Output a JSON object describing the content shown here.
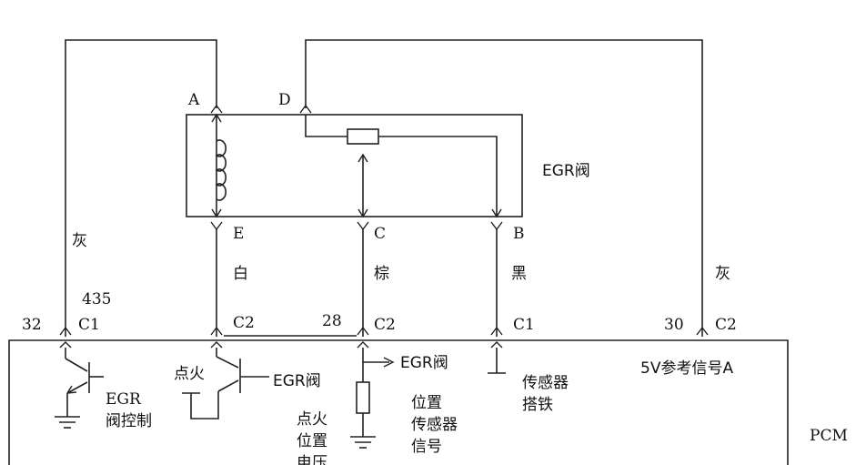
{
  "diagram": {
    "pins": {
      "A": "A",
      "D": "D",
      "E": "E",
      "C": "C",
      "B": "B",
      "pin32": "32",
      "c1_left": "C1",
      "pin435": "435",
      "c2_e": "C2",
      "pin28": "28",
      "c2_c": "C2",
      "c1_b": "C1",
      "pin30": "30",
      "c2_right": "C2"
    },
    "wire_colors": {
      "gray_left": "灰",
      "white": "白",
      "brown": "棕",
      "black": "黑",
      "gray_right": "灰"
    },
    "labels": {
      "egr_valve": "EGR阀",
      "egr_control_1": "EGR",
      "egr_control_2": "阀控制",
      "ignition": "点火",
      "egr_valve_driver": "EGR阀",
      "egr_position_out": "EGR阀",
      "ignition_pos_voltage_1": "点火",
      "ignition_pos_voltage_2": "位置",
      "ignition_pos_voltage_3": "电压",
      "position_sensor_signal_1": "位置",
      "position_sensor_signal_2": "传感器",
      "position_sensor_signal_3": "信号",
      "sensor_ground_1": "传感器",
      "sensor_ground_2": "搭铁",
      "ref_5v": "5V参考信号A",
      "pcm": "PCM"
    }
  }
}
